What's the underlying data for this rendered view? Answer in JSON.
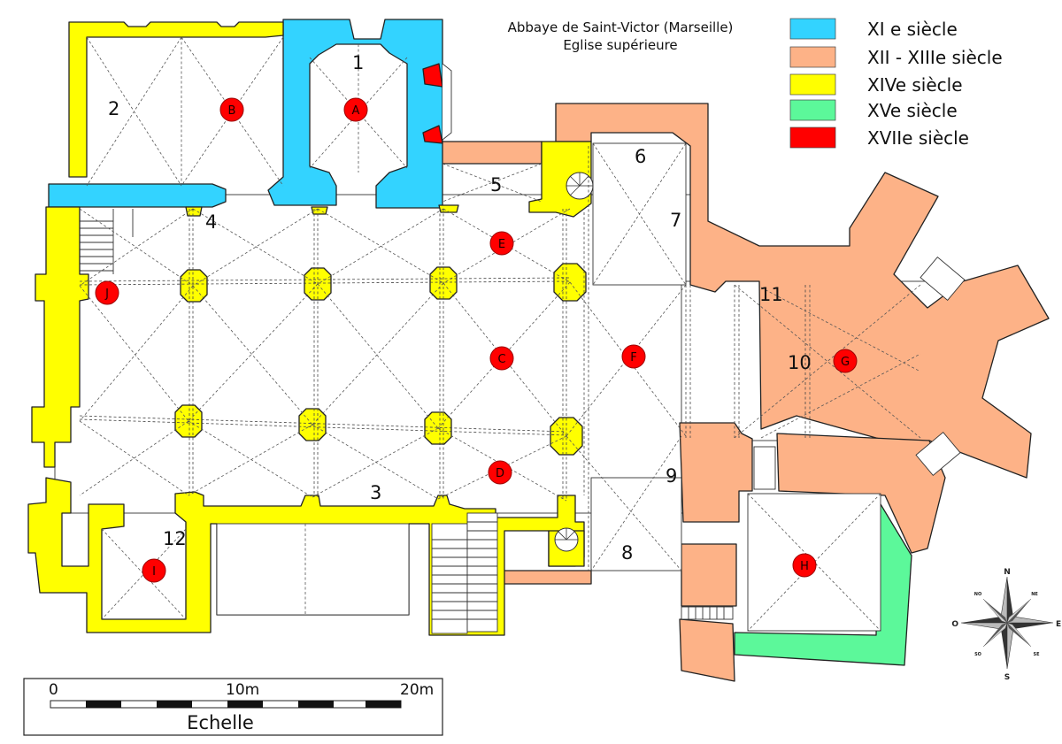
{
  "title": {
    "line1": "Abbaye de Saint-Victor (Marseille)",
    "line2": "Eglise supérieure"
  },
  "colors": {
    "xi": "#33d3ff",
    "xii_xiii": "#fdb287",
    "xiv": "#ffff00",
    "xv": "#5cf89a",
    "xvii": "#ff0000"
  },
  "legend": [
    {
      "label": "XI e siècle",
      "color": "#33d3ff"
    },
    {
      "label": "XII - XIIIe siècle",
      "color": "#fdb287"
    },
    {
      "label": "XIVe siècle",
      "color": "#ffff00"
    },
    {
      "label": "XVe siècle",
      "color": "#5cf89a"
    },
    {
      "label": "XVIIe siècle",
      "color": "#ff0000"
    }
  ],
  "room_numbers": [
    "1",
    "2",
    "3",
    "4",
    "5",
    "6",
    "7",
    "8",
    "9",
    "10",
    "11",
    "12"
  ],
  "markers": [
    "A",
    "B",
    "C",
    "D",
    "E",
    "F",
    "G",
    "H",
    "I",
    "J"
  ],
  "scale": {
    "labels": [
      "0",
      "10m",
      "20m"
    ],
    "caption": "Echelle"
  },
  "compass": {
    "n": "N",
    "s": "S",
    "e": "E",
    "o": "O",
    "ne": "NE",
    "no": "NO",
    "se": "SE",
    "so": "SO"
  }
}
